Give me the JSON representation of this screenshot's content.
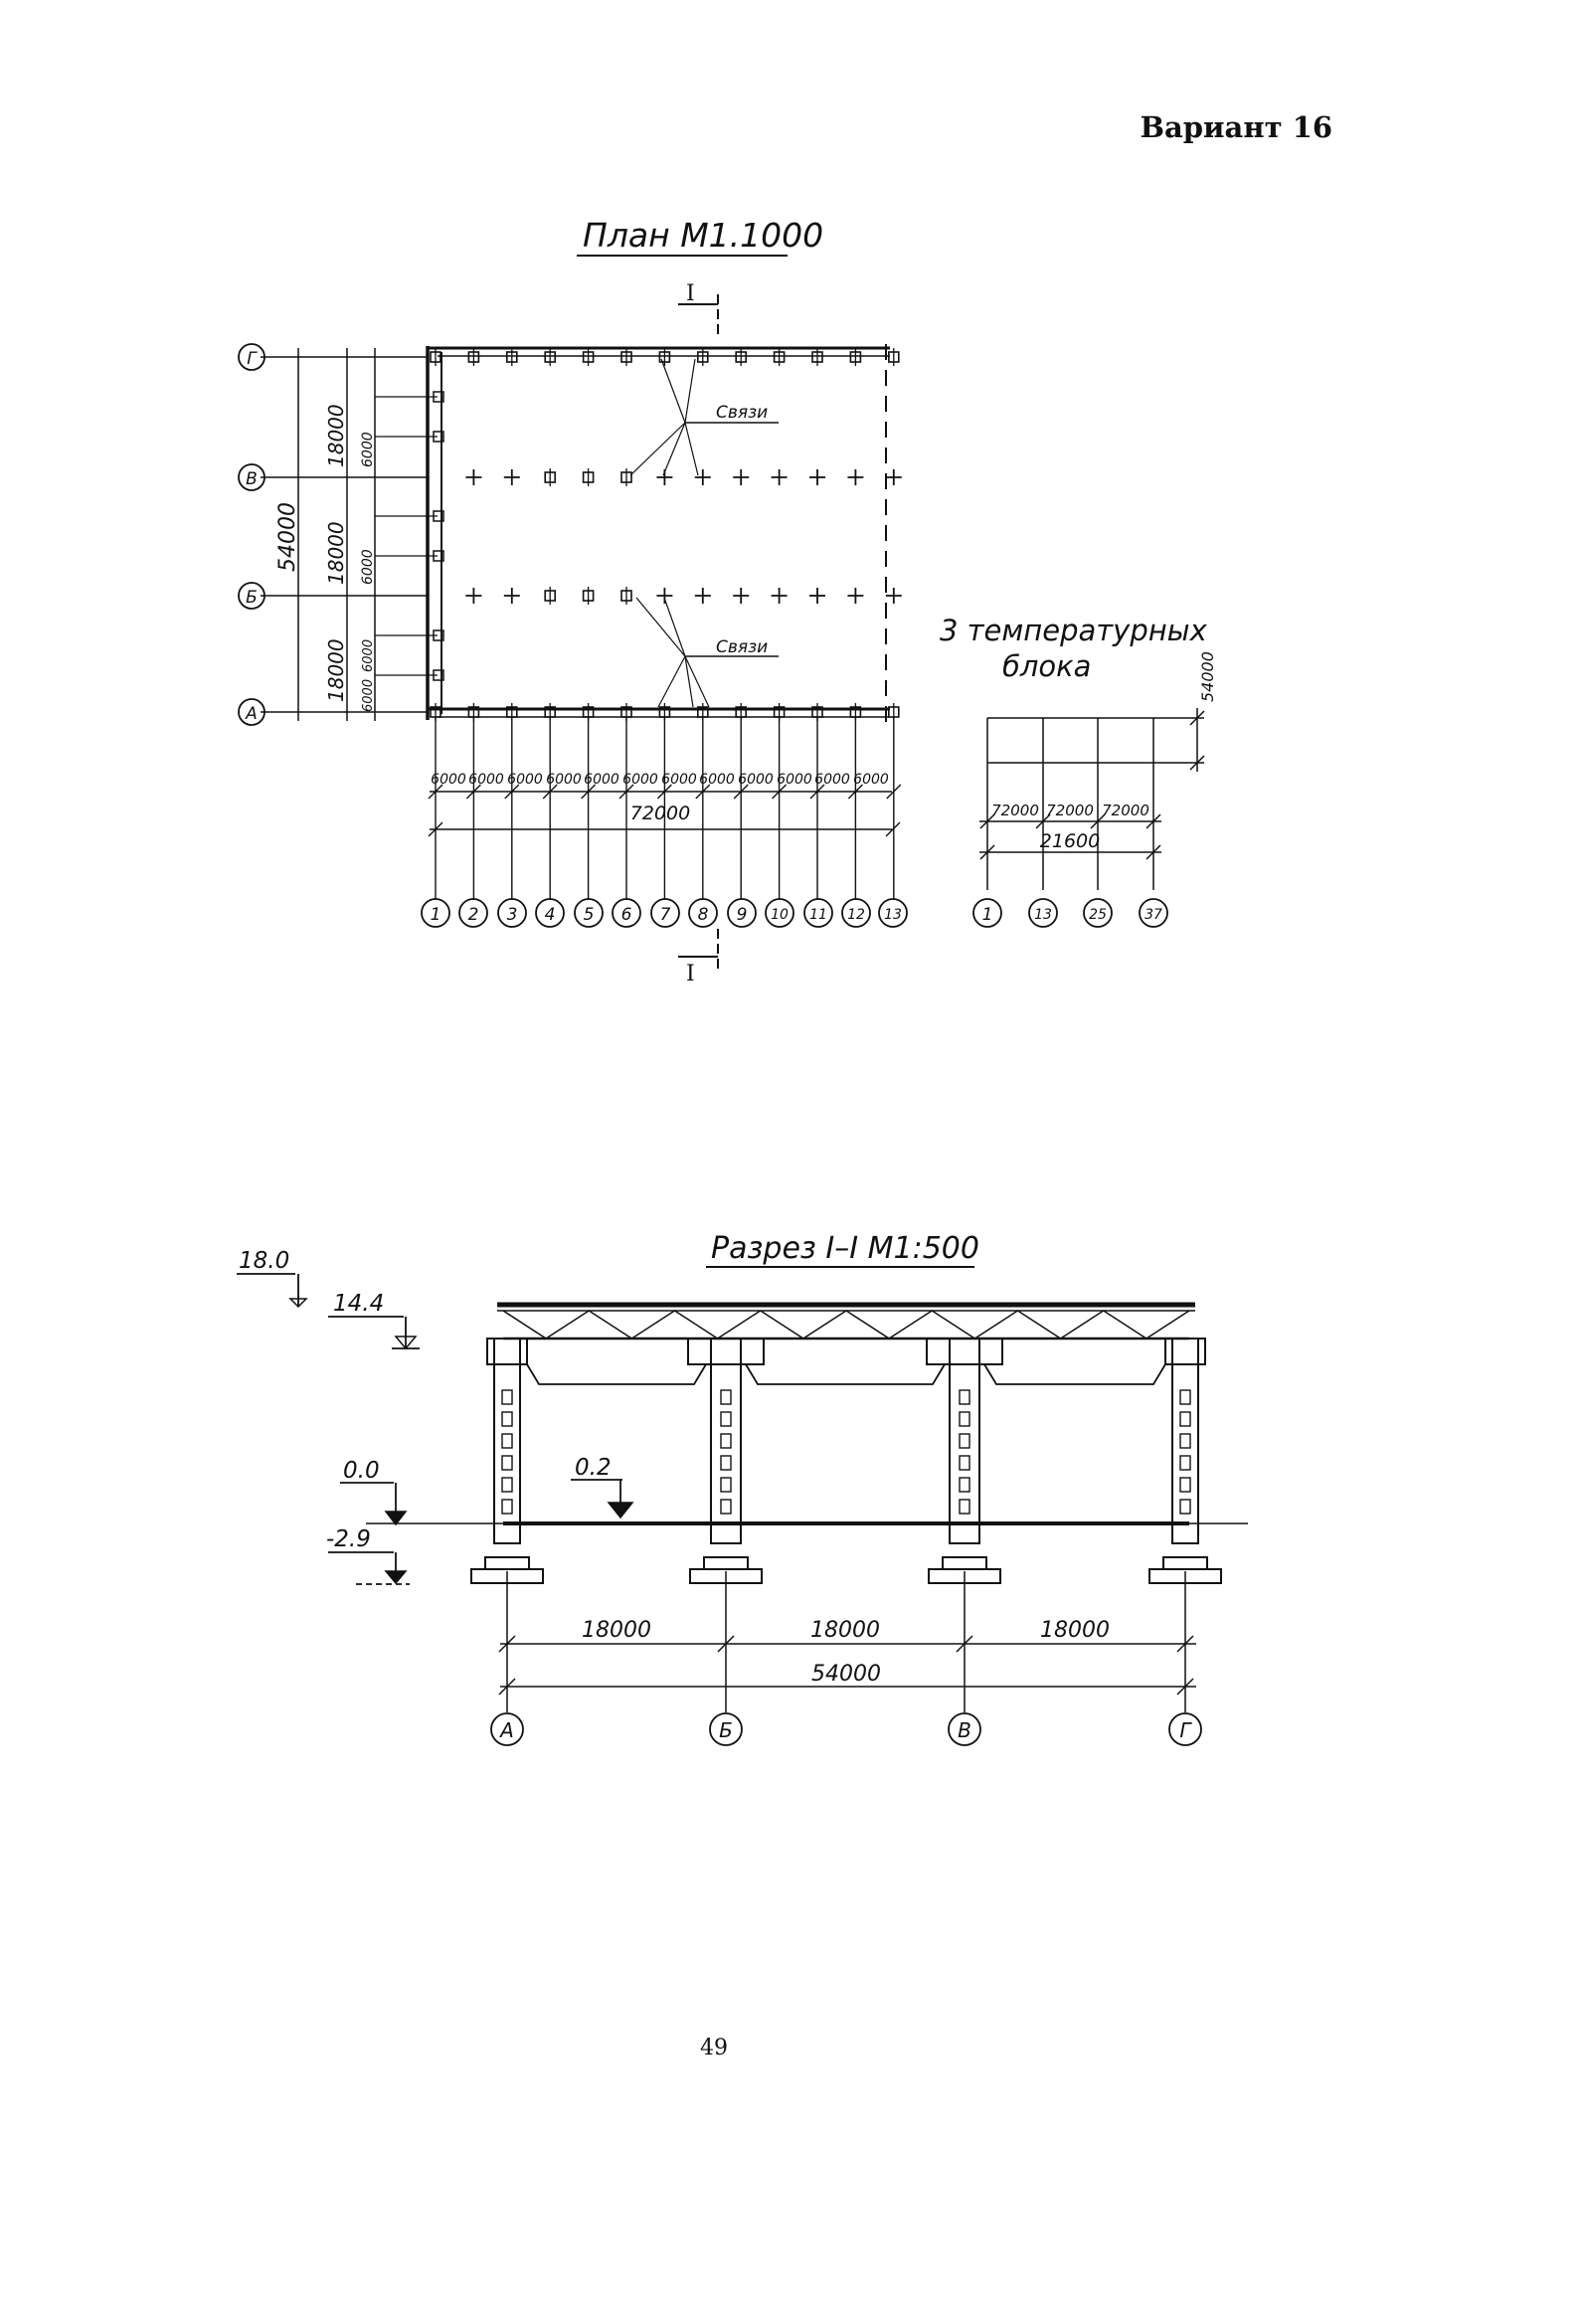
{
  "header": {
    "variant": "Вариант 16"
  },
  "plan": {
    "title": "План  М1.1000",
    "section_mark": "I",
    "row_axes": [
      "А",
      "Б",
      "В",
      "Г"
    ],
    "column_axes": [
      "1",
      "2",
      "3",
      "4",
      "5",
      "6",
      "7",
      "8",
      "9",
      "10",
      "11",
      "12",
      "13"
    ],
    "bay_dims": [
      "6000",
      "6000",
      "6000",
      "6000",
      "6000",
      "6000",
      "6000",
      "6000",
      "6000",
      "6000",
      "6000",
      "6000"
    ],
    "total_length": "72000",
    "total_width": "54000",
    "span_dims": [
      "18000",
      "18000",
      "18000"
    ],
    "sub_dims": [
      "6000",
      "6000",
      "6000",
      "6000"
    ],
    "bracing_label": "Связи"
  },
  "blocks": {
    "title_line1": "3  температурных",
    "title_line2": "блока",
    "height_dim": "54000",
    "block_dims": [
      "72000",
      "72000",
      "72000"
    ],
    "total_dim": "21600",
    "axes": [
      "1",
      "13",
      "25",
      "37"
    ]
  },
  "section": {
    "title": "Разрез  I–I  М1:500",
    "levels": [
      "18.0",
      "14.4",
      "0.0",
      "0.2",
      "-2.9"
    ],
    "span_dims": [
      "18000",
      "18000",
      "18000"
    ],
    "total_dim": "54000",
    "axes": [
      "А",
      "Б",
      "В",
      "Г"
    ]
  },
  "footer": {
    "page_number": "49"
  }
}
